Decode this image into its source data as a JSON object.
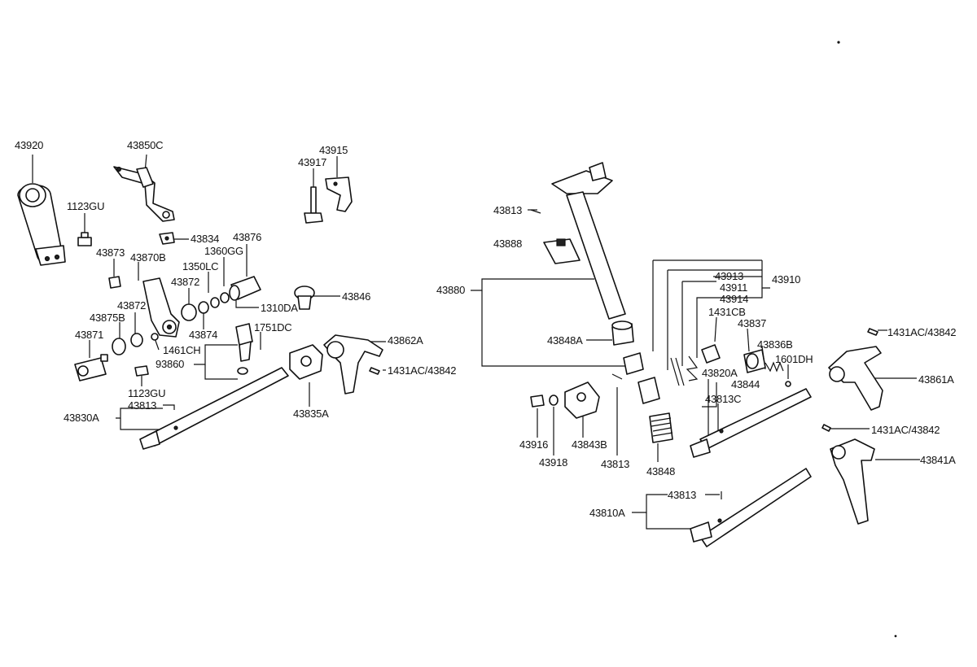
{
  "labels": {
    "p43920": "43920",
    "p43850c": "43850C",
    "p43915": "43915",
    "p43917": "43917",
    "p1123gu_a": "1123GU",
    "p43834": "43834",
    "p43876": "43876",
    "p43873": "43873",
    "p43870b": "43870B",
    "p1360gg": "1360GG",
    "p1350lc": "1350LC",
    "p43872_a": "43872",
    "p43872_b": "43872",
    "p43846": "43846",
    "p1310da": "1310DA",
    "p43875b": "43875B",
    "p43874": "43874",
    "p1751dc": "1751DC",
    "p43871": "43871",
    "p1461ch": "1461CH",
    "p43862a": "43862A",
    "p93860": "93860",
    "p1431ac_a": "1431AC/43842",
    "p1123gu_b": "1123GU",
    "p43813_a": "43813",
    "p43830a": "43830A",
    "p43835a": "43835A",
    "p43813_b": "43813",
    "p43888": "43888",
    "p43880": "43880",
    "p43913": "43913",
    "p43910": "43910",
    "p43911": "43911",
    "p43914": "43914",
    "p1431cb": "1431CB",
    "p43837": "43837",
    "p43848a": "43848A",
    "p43836b": "43836B",
    "p1601dh": "1601DH",
    "p43820a": "43820A",
    "p43844": "43844",
    "p43813c": "43813C",
    "p1431ac_b": "1431AC/43842",
    "p43861a": "43861A",
    "p43916": "43916",
    "p43843b": "43843B",
    "p43918": "43918",
    "p43813_c": "43813",
    "p43848": "43848",
    "p1431ac_c": "1431AC/43842",
    "p43841a": "43841A",
    "p43813_d": "43813",
    "p43810a": "43810A"
  }
}
